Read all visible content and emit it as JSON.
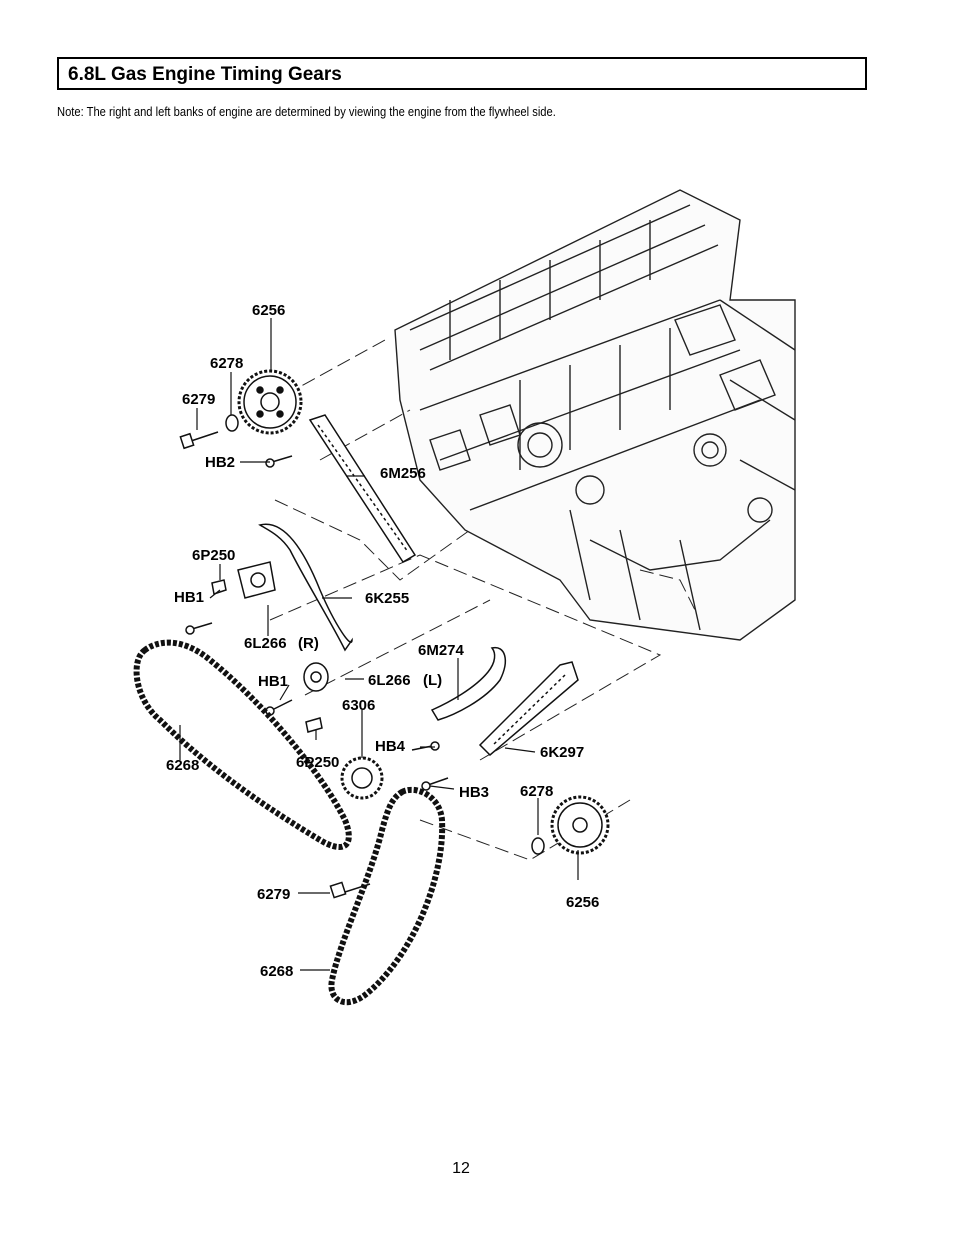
{
  "header": {
    "title": "6.8L Gas Engine Timing Gears"
  },
  "note": "Note: The right and left banks of engine are determined by viewing the engine from the flywheel side.",
  "diagram": {
    "labels": {
      "l6256_top": "6256",
      "l6278_top": "6278",
      "l6279_top": "6279",
      "lHB2": "HB2",
      "l6M256": "6M256",
      "l6P250_top": "6P250",
      "lHB1_top": "HB1",
      "l6K255": "6K255",
      "l6L266R": "6L266",
      "l6L266R_suffix": "(R)",
      "l6M274": "6M274",
      "lHB1_mid": "HB1",
      "l6L266L": "6L266",
      "l6L266L_suffix": "(L)",
      "l6306": "6306",
      "lHB4": "HB4",
      "l6K297": "6K297",
      "l6268_left": "6268",
      "l6P250_mid": "6P250",
      "lHB3": "HB3",
      "l6278_bottom": "6278",
      "l6256_bottom": "6256",
      "l6279_bottom": "6279",
      "l6268_bottom": "6268"
    }
  },
  "footer": {
    "page_number": "12"
  }
}
